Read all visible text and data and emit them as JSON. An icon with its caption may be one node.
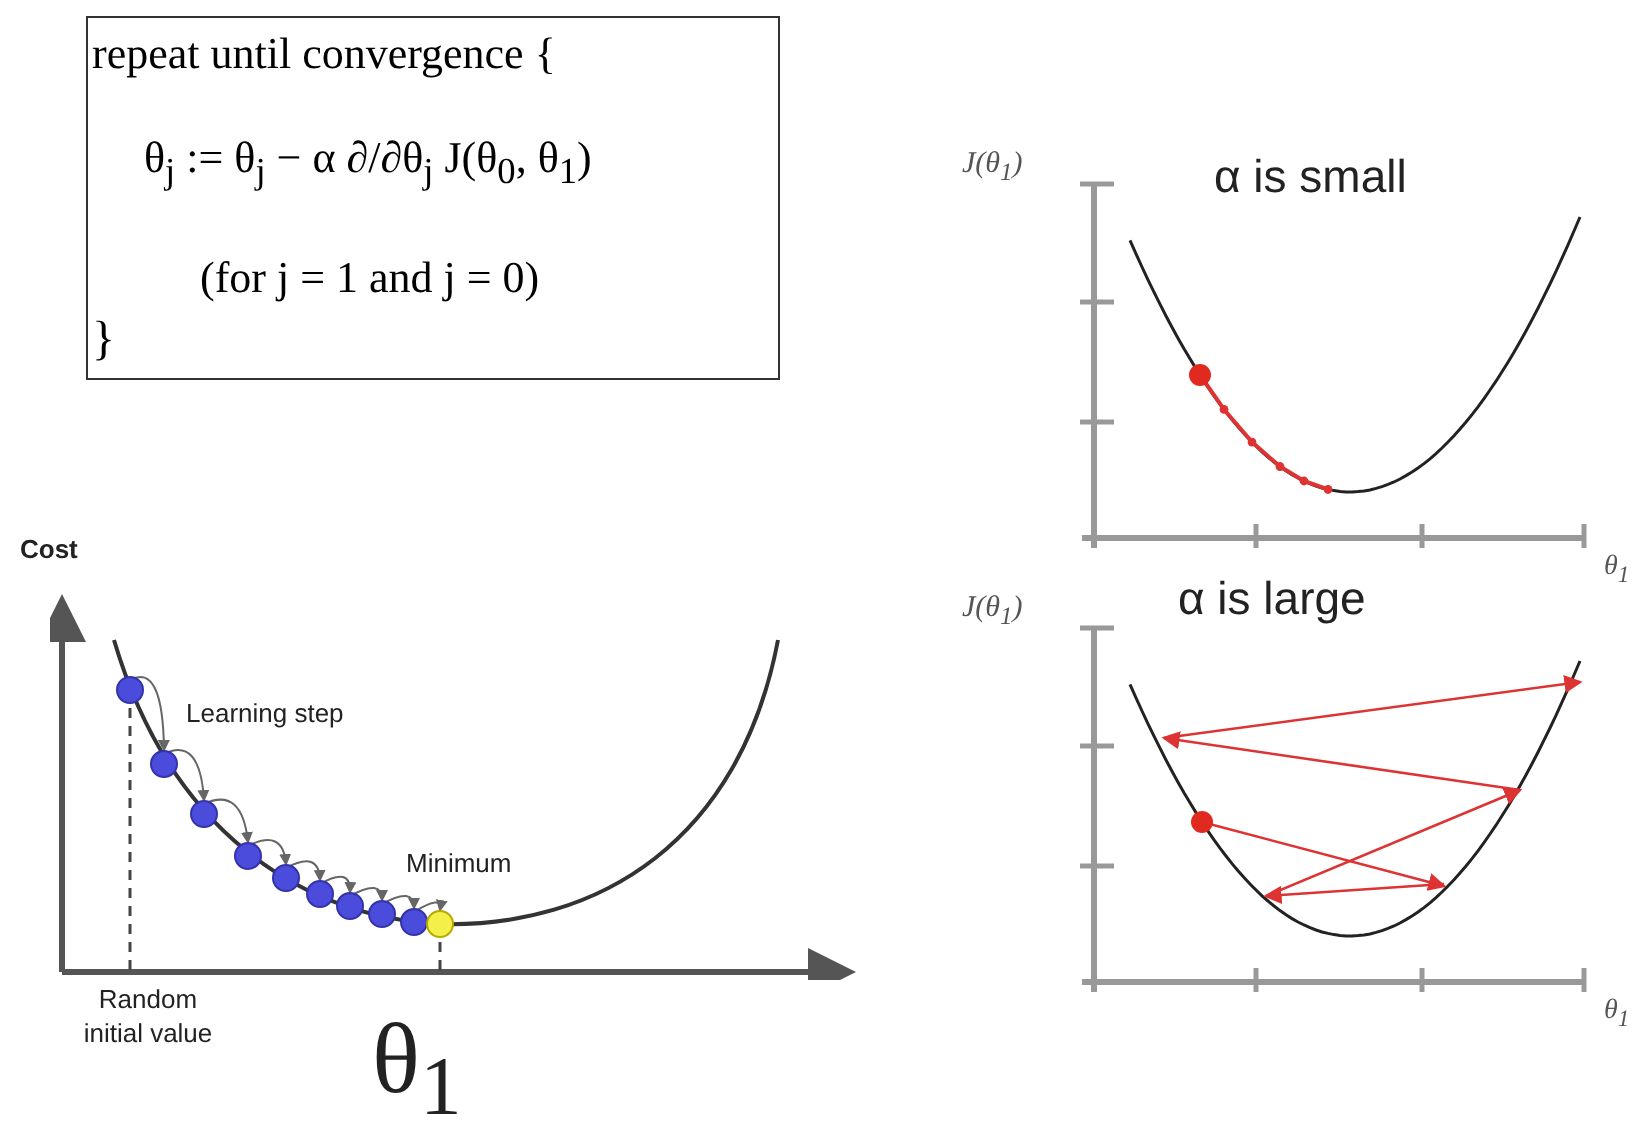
{
  "diagram": {
    "nodes": [
      {
        "text": [
          "repeat until convergence {",
          "θ$_{j}$ := θ$_{j}$ − α ∂/∂θ$_{j}$ J(θ$_{0}$, θ$_{1}$)",
          "(for j = 1 and j = 0)",
          "}"
        ]
      }
    ],
    "edges": [],
    "labels": [
      "Cost",
      "Learning step",
      "Minimum",
      "Random initial value",
      "θ$_{1}$",
      "J(θ$_{1}$)",
      "α is small",
      "θ$_{1}$",
      "J(θ$_{1}$)",
      "α is large",
      "θ$_{1}$"
    ]
  }
}
